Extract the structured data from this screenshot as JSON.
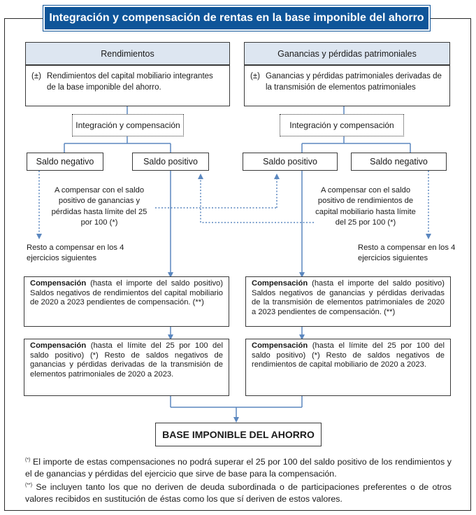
{
  "title": "Integración y compensación de rentas en la base imponible del ahorro",
  "left": {
    "header": "Rendimientos",
    "sign": "(±)",
    "description": "Rendimientos del capital mobiliario integrantes de la base imponible del ahorro.",
    "integration": "Integración y compensación",
    "saldo_a": "Saldo negativo",
    "saldo_b": "Saldo positivo",
    "note": "A compensar con el saldo positivo de ganancias y pérdidas hasta límite del 25 por 100 (*)",
    "resto": "Resto a compensar en los 4 ejercicios siguientes",
    "comp1_title": "Compensación",
    "comp1_text": " (hasta el importe del saldo positivo) Saldos negativos de rendimientos del capital mobiliario de 2020 a 2023 pendientes de compensación. (**)",
    "comp2_title": "Compensación",
    "comp2_text": " (hasta el límite del 25 por 100 del saldo positivo) (*) Resto de saldos negativos de ganancias y pérdidas derivadas de la transmisión de elementos patrimoniales de 2020 a 2023."
  },
  "right": {
    "header": "Ganancias y pérdidas patrimoniales",
    "sign": "(±)",
    "description": "Ganancias y pérdidas patrimoniales derivadas de la transmisión de elementos patrimoniales",
    "integration": "Integración y compensación",
    "saldo_a": "Saldo positivo",
    "saldo_b": "Saldo negativo",
    "note": "A compensar con el saldo positivo de rendimientos de capital mobiliario hasta límite del 25 por 100 (*)",
    "resto": "Resto a compensar en los 4 ejercicios siguientes",
    "comp1_title": "Compensación",
    "comp1_text": " (hasta el importe del saldo positivo) Saldos negativos de ganancias y pérdidas derivadas de la transmisión de elementos patrimoniales de 2020 a 2023 pendientes de compensación. (**)",
    "comp2_title": "Compensación",
    "comp2_text": " (hasta el límite del 25 por 100 del saldo positivo) (*) Resto de saldos negativos de rendimientos de capital mobiliario de 2020 a 2023."
  },
  "base": "BASE IMPONIBLE DEL AHORRO",
  "footnotes": {
    "f1_mark": "(*)",
    "f1_text": " El importe de estas compensaciones no podrá superar el 25 por 100 del saldo positivo de los rendimientos y el de ganancias y pérdidas del ejercicio que sirve de base para la compensación.",
    "f2_mark": "(**)",
    "f2_text": " Se incluyen tanto los que no deriven de deuda subordinada o de participaciones preferentes o de otros valores recibidos en sustitución de éstas como los que sí deriven de estos valores."
  },
  "colors": {
    "title_bg": "#0f5599",
    "header_bg": "#dde6f1",
    "connector": "#5b87bf"
  }
}
